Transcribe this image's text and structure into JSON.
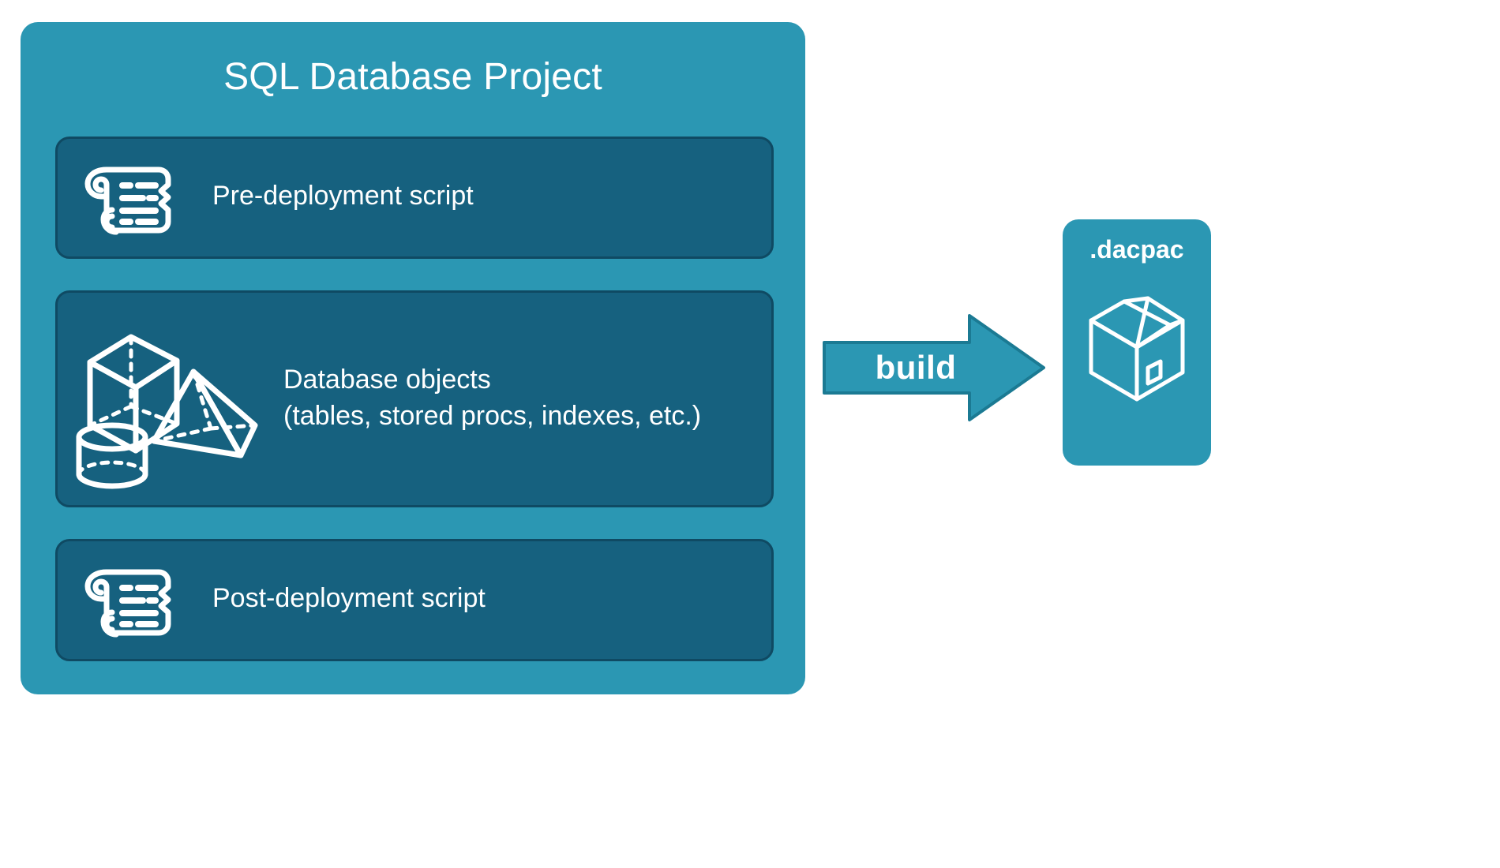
{
  "diagram": {
    "title": "SQL Database Project build to dacpac",
    "type": "flow"
  },
  "colors": {
    "card_teal": "#2b97b3",
    "panel_dark_teal": "#16617f",
    "panel_border": "#0f4a63",
    "arrow_fill": "#2b97b3",
    "arrow_stroke": "#1b7a93",
    "text_white": "#ffffff",
    "background": "#ffffff"
  },
  "project": {
    "title": "SQL Database Project",
    "panels": [
      {
        "id": "pre-deployment",
        "label": "Pre-deployment script",
        "icon": "scroll-icon"
      },
      {
        "id": "database-objects",
        "label": "Database objects\n(tables, stored procs, indexes, etc.)",
        "label_line1": "Database objects",
        "label_line2": "(tables, stored procs, indexes, etc.)",
        "icons": [
          "cube-icon",
          "pyramid-icon",
          "cylinder-icon"
        ]
      },
      {
        "id": "post-deployment",
        "label": "Post-deployment script",
        "icon": "scroll-icon"
      }
    ]
  },
  "arrow": {
    "label": "build",
    "direction": "right",
    "icon": "arrow-right-icon"
  },
  "output": {
    "title": ".dacpac",
    "icon": "package-box-icon"
  }
}
